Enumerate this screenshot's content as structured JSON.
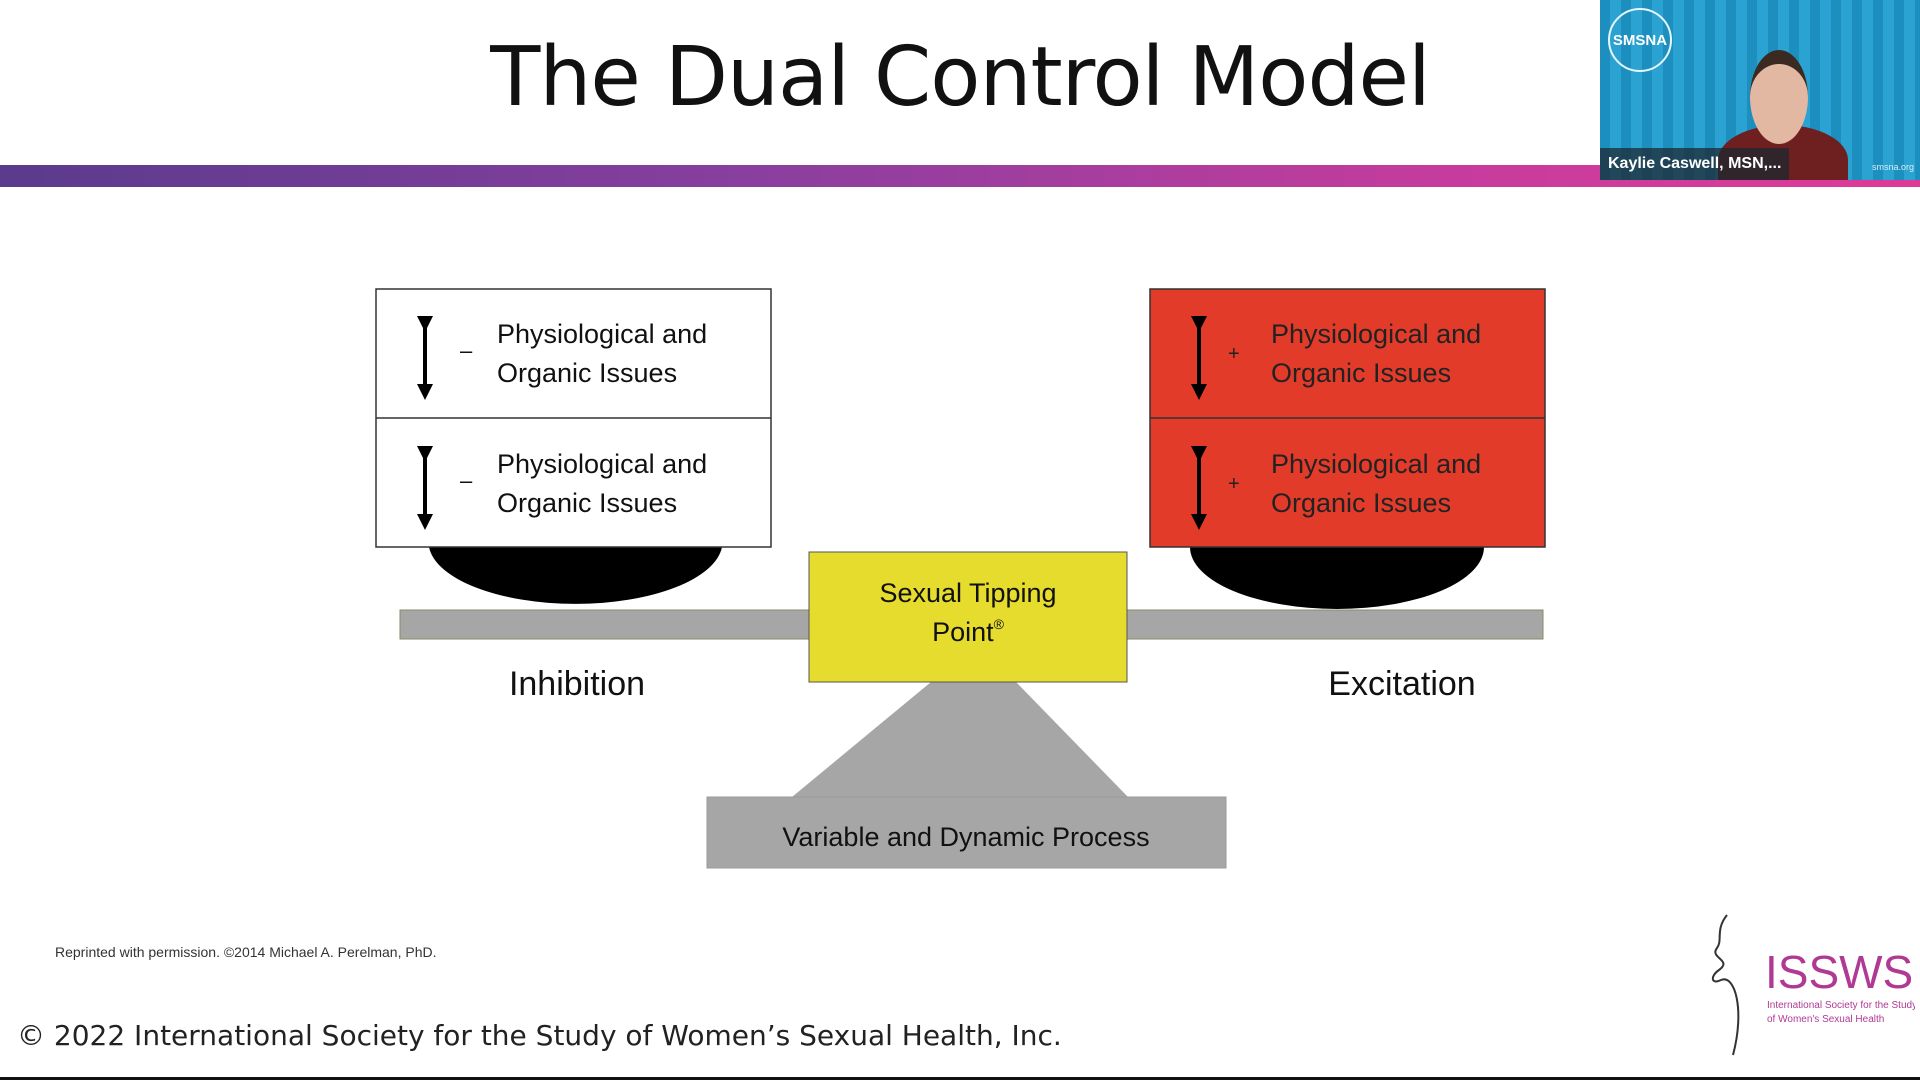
{
  "slide": {
    "title": "The Dual Control Model",
    "inhibition_boxes": [
      {
        "sign": "–",
        "line1": "Physiological and",
        "line2": "Organic Issues"
      },
      {
        "sign": "–",
        "line1": "Physiological and",
        "line2": "Organic Issues"
      }
    ],
    "excitation_boxes": [
      {
        "sign": "+",
        "line1": "Physiological and",
        "line2": "Organic Issues"
      },
      {
        "sign": "+",
        "line1": "Physiological and",
        "line2": "Organic Issues"
      }
    ],
    "tipping_point": {
      "line1": "Sexual Tipping",
      "line2": "Point",
      "mark": "®"
    },
    "inhibition_label": "Inhibition",
    "excitation_label": "Excitation",
    "base_label": "Variable and Dynamic Process",
    "reprint_note": "Reprinted with permission. ©2014 Michael A. Perelman, PhD.",
    "copyright": "© 2022 International Society for the Study of Women’s Sexual Health, Inc.",
    "logo": {
      "name": "ISSWSH",
      "line1": "International Society for the Study",
      "line2": "of Women's Sexual Health"
    },
    "colors": {
      "excitation": "#e33b2a",
      "tipping": "#e6dc2e",
      "gray": "#a6a6a6",
      "brand": "#b03a93"
    }
  },
  "video": {
    "participant_name": "Kaylie Caswell, MSN,...",
    "background_logo": "SMSNA",
    "background_url": "smsna.org"
  }
}
